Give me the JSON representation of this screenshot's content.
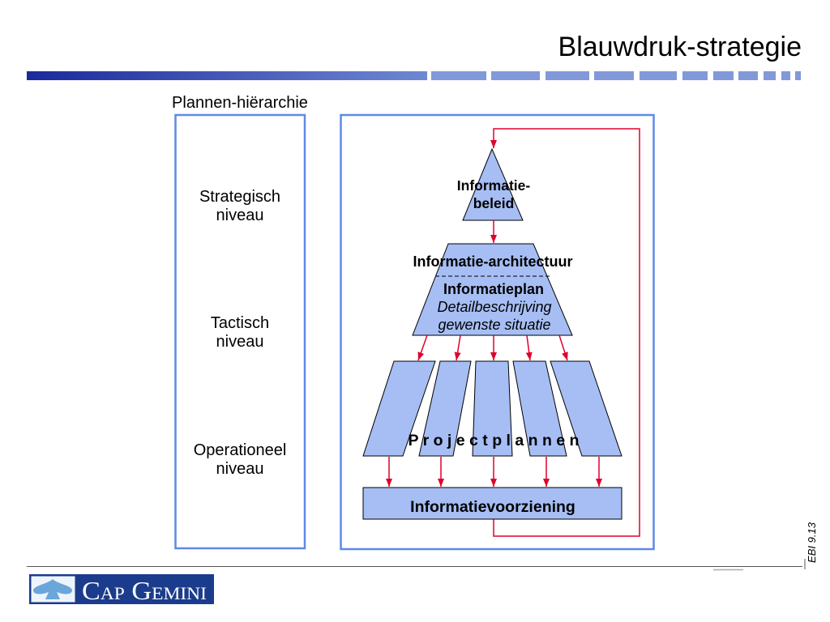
{
  "slide": {
    "title": "Blauwdruk-strategie",
    "code": "EBI 9.13"
  },
  "hierarchy": {
    "heading": "Plannen-hiërarchie",
    "levels": [
      {
        "line1": "Strategisch",
        "line2": "niveau"
      },
      {
        "line1": "Tactisch",
        "line2": "niveau"
      },
      {
        "line1": "Operationeel",
        "line2": "niveau"
      }
    ]
  },
  "diagram": {
    "policy": {
      "line1": "Informatie-",
      "line2": "beleid"
    },
    "architecture": "Informatie-architectuur",
    "plan": {
      "title": "Informatieplan",
      "line1": "Detailbeschrijving",
      "line2": "gewenste situatie"
    },
    "projects": "P r o j e c t p l a n n e n",
    "provision": "Informatievoorziening"
  },
  "logo": {
    "wordmark": "Cap Gemini",
    "icon": "spade-icon"
  },
  "colors": {
    "shape_fill": "#a6bef4",
    "frame_border": "#5e8ae6",
    "frame_fill": "#ffffff",
    "flow_arrow": "#e0002b",
    "title_bar_dark": "#1a2a9c",
    "title_bar_light": "#6e88d2",
    "title_bar_segment": "#8299d9",
    "footer_line": "#555555",
    "logo_navy": "#1b3c8c",
    "logo_spade": "#6aa6d9",
    "logo_spade_bg": "#eef4fb"
  }
}
